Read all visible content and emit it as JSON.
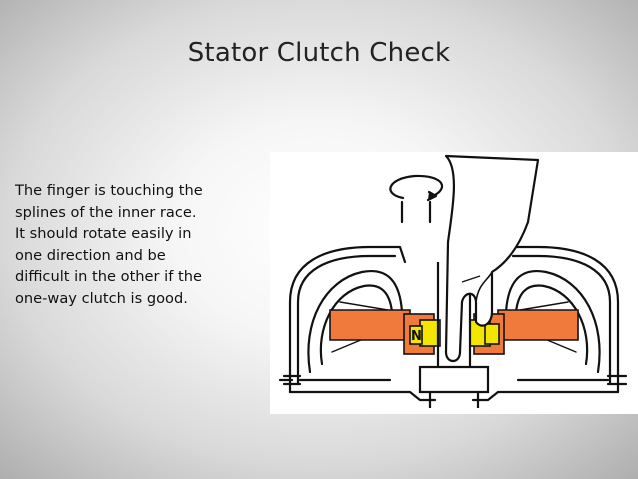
{
  "slide": {
    "title": "Stator Clutch Check",
    "body_lines": [
      "The finger is touching the",
      "splines of the inner race.",
      "It should rotate easily in",
      "one direction and be",
      "difficult in the other if the",
      "one-way clutch is good."
    ]
  },
  "illustration": {
    "stator_color": "#f07a3c",
    "roller_color": "#f2e600",
    "line_color": "#111111",
    "race_marker_text": "N"
  }
}
